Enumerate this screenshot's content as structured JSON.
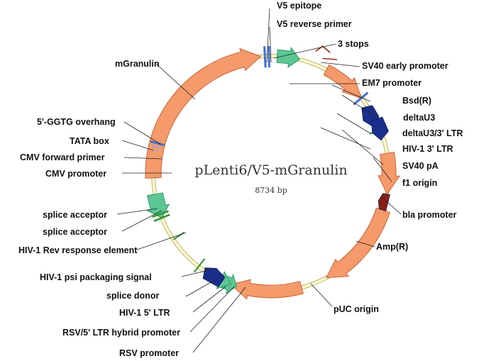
{
  "plasmid": {
    "name": "pLenti6/V5-mGranulin",
    "size_label": "8734 bp"
  },
  "colors": {
    "backbone": "#f3f0a8",
    "orf_arrow": "#f59a6a",
    "orf_stroke": "#c8643a",
    "promoter_arrow": "#5cc795",
    "promoter_stroke": "#2f9a67",
    "ltr": "#1a2f8c",
    "primer": "#3f6fd4",
    "site": "#2f8f2f",
    "bla": "#8a1f14",
    "stops": "#8a1f14"
  },
  "labels": {
    "v5_epitope": "V5 epitope",
    "v5_reverse_primer": "V5 reverse primer",
    "three_stops": "3 stops",
    "sv40_early_promoter": "SV40 early promoter",
    "em7_promoter": "EM7 promoter",
    "bsd": "Bsd(R)",
    "delta_u3": "deltaU3",
    "delta_u3_3ltr": "deltaU3/3' LTR",
    "hiv1_3ltr": "HIV-1 3' LTR",
    "sv40_pa": "SV40 pA",
    "f1_origin": "f1 origin",
    "bla_promoter": "bla promoter",
    "amp": "Amp(R)",
    "puc_origin": "pUC origin",
    "rsv_promoter": "RSV promoter",
    "rsv_hybrid": "RSV/5' LTR hybrid promoter",
    "hiv1_5ltr": "HIV-1 5' LTR",
    "splice_donor": "splice donor",
    "hiv1_psi": "HIV-1 psi packaging signal",
    "hiv1_rre": "HIV-1 Rev response element",
    "splice_acceptor_1": "splice acceptor",
    "splice_acceptor_2": "splice acceptor",
    "cmv_promoter": "CMV promoter",
    "cmv_forward_primer": "CMV forward primer",
    "tata_box": "TATA box",
    "ggtg_overhang": "5'-GGTG overhang",
    "mgranulin": "mGranulin"
  }
}
